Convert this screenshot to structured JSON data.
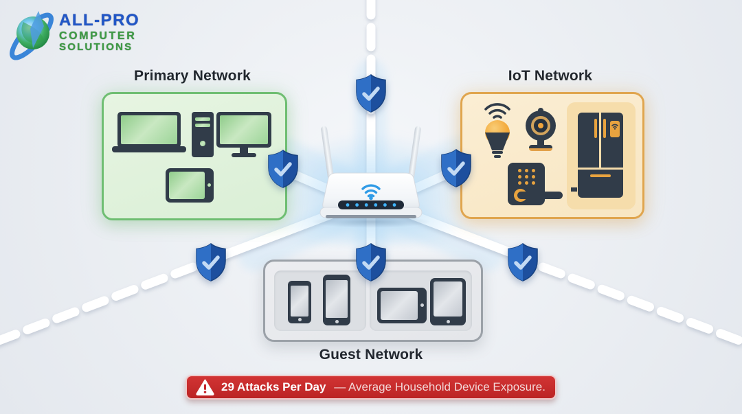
{
  "page": {
    "type": "home-network-segmentation-infographic"
  },
  "logo": {
    "line1": "ALL-PRO",
    "line2": "COMPUTER",
    "line3": "SOLUTIONS",
    "icon": "globe-swoosh-icon",
    "colors": {
      "line1": "#2156c7",
      "line2": "#3f9b45",
      "line3": "#3f9b45"
    }
  },
  "networks": {
    "primary": {
      "label": "Primary Network",
      "accent_color": "#6fbe72",
      "fill_color": "#e3f2de",
      "devices": [
        "laptop-icon",
        "desktop-tower-icon",
        "monitor-icon",
        "tablet-icon"
      ]
    },
    "iot": {
      "label": "IoT Network",
      "accent_color": "#e0a54e",
      "fill_color": "#faecd0",
      "devices": [
        "smart-bulb-icon",
        "security-camera-icon",
        "smart-lock-icon",
        "smart-refrigerator-icon"
      ]
    },
    "guest": {
      "label": "Guest Network",
      "accent_color": "#9ba1a8",
      "fill_color": "#e9ebee",
      "devices": [
        "smartphone-small-icon",
        "smartphone-large-icon",
        "tablet-landscape-icon",
        "tablet-portrait-icon"
      ]
    }
  },
  "router": {
    "icon": "wifi-router",
    "wifi_color": "#2f9be6",
    "led_count": 6
  },
  "shields": {
    "icon": "shield-check-icon",
    "count": 6,
    "body_color": "#1d4f9e",
    "light_color": "#2f6fc6",
    "check_color": "#c3daf4"
  },
  "banner": {
    "icon": "warning-triangle-icon",
    "highlight": "29 Attacks Per Day",
    "message": "— Average Household Device Exposure.",
    "background_color": "#c5262c"
  },
  "colors": {
    "background": "#edf0f4",
    "connection_line": "#ffffff",
    "device_dark": "#313c49"
  }
}
